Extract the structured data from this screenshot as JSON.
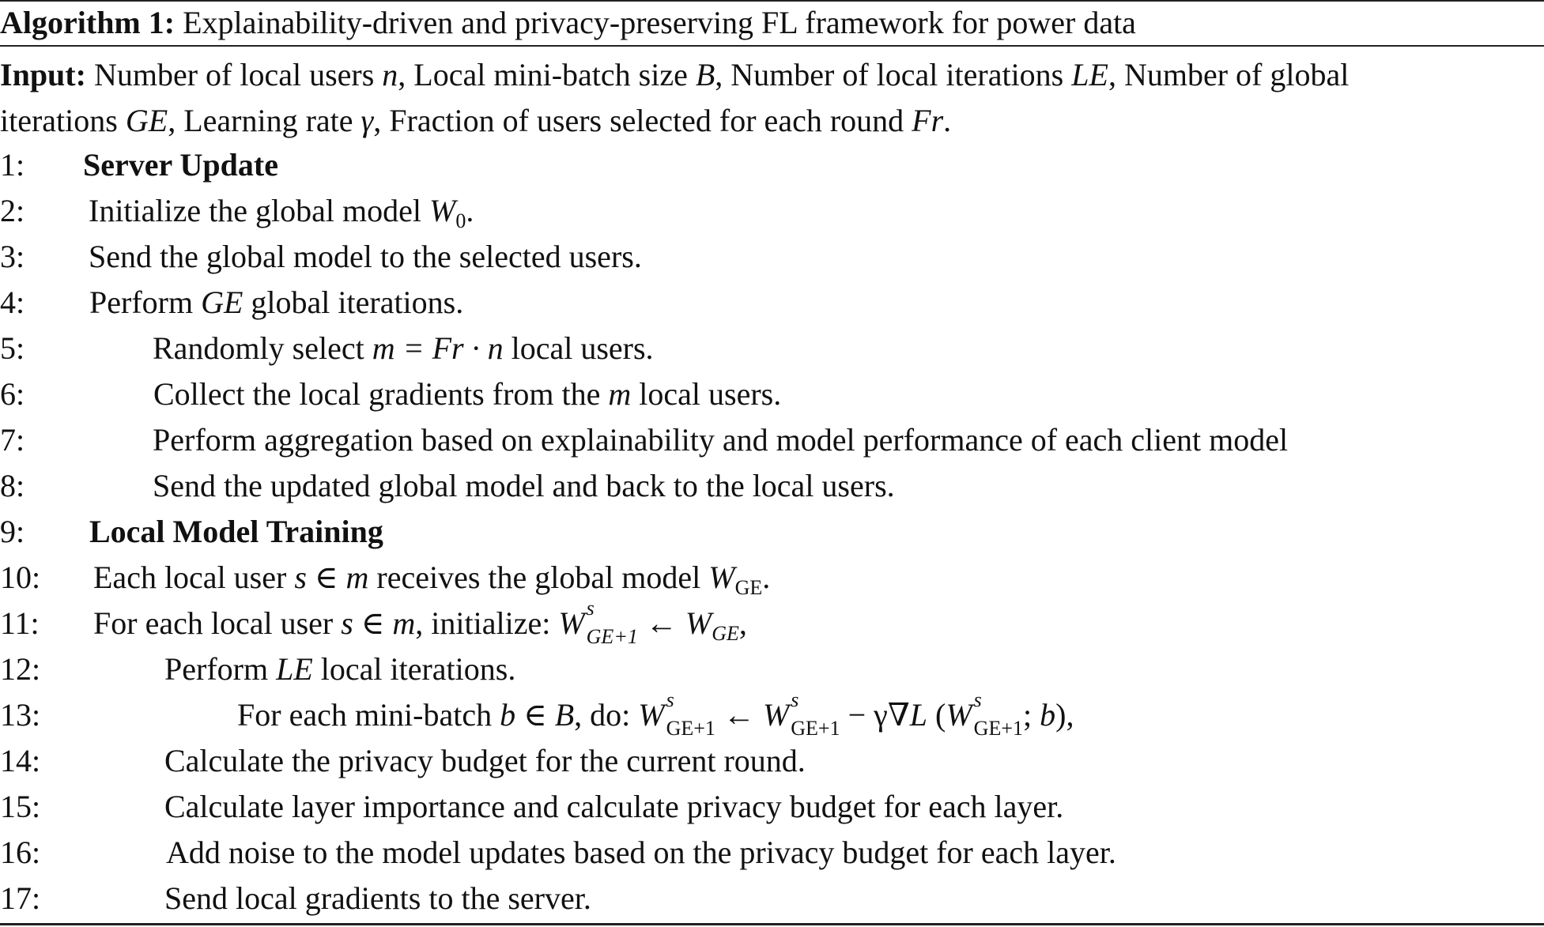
{
  "algorithm": {
    "label": "Algorithm 1:",
    "title": "Explainability-driven and privacy-preserving FL framework for power data"
  },
  "input": {
    "label": "Input:",
    "line1_a": "Number of local users ",
    "line1_n": "n",
    "line1_b": ", Local mini-batch size ",
    "line1_B": "B",
    "line1_c": ", Number of local iterations ",
    "line1_LE": "LE",
    "line1_d": ", Number of global",
    "line2_a": "iterations ",
    "line2_GE": "GE",
    "line2_b": ", Learning rate ",
    "line2_gamma": "γ",
    "line2_c": ", Fraction of users selected for each round ",
    "line2_Fr": "Fr",
    "line2_d": "."
  },
  "steps": [
    {
      "num": "1:",
      "text": "Server Update"
    },
    {
      "num": "2:",
      "text_a": "Initialize the global model ",
      "var": "W",
      "sub": "0",
      "text_b": "."
    },
    {
      "num": "3:",
      "text": "Send the global model to the selected users."
    },
    {
      "num": "4:",
      "text_a": "Perform ",
      "var": "GE",
      "text_b": " global iterations."
    },
    {
      "num": "5:",
      "text_a": "Randomly select ",
      "expr": "m = Fr · n",
      "text_b": " local users."
    },
    {
      "num": "6:",
      "text_a": "Collect the local gradients from the ",
      "var": "m",
      "text_b": " local users."
    },
    {
      "num": "7:",
      "text": "Perform aggregation based on explainability and model performance of each client model"
    },
    {
      "num": "8:",
      "text": "Send the updated global model and back to the local users."
    },
    {
      "num": "9:",
      "text": "Local Model Training"
    },
    {
      "num": "10:",
      "text_a": "Each local user ",
      "expr": "s ∈ m",
      "text_b": " receives the global model ",
      "var": "W",
      "sub": "GE",
      "text_c": "."
    },
    {
      "num": "11:",
      "text_a": "For each local user ",
      "expr": "s ∈ m",
      "text_b": ", initialize: ",
      "lhs_var": "W",
      "lhs_sup": "s",
      "lhs_sub": "GE+1",
      "arrow": "←",
      "rhs_var": "W",
      "rhs_sub": "GE",
      "text_c": ","
    },
    {
      "num": "12:",
      "text_a": "Perform ",
      "var": "LE",
      "text_b": " local iterations."
    },
    {
      "num": "13:",
      "text_a": "For each mini-batch ",
      "expr": "b ∈ B",
      "text_b": ", do: ",
      "w": "W",
      "sup": "s",
      "sub": "GE+1",
      "arrow": "←",
      "minus": "− γ∇",
      "L": "L",
      "open": "(",
      "semi": "; ",
      "b": "b",
      "close": "),"
    },
    {
      "num": "14:",
      "text": "Calculate the privacy budget for the current round."
    },
    {
      "num": "15:",
      "text": "Calculate layer importance and calculate privacy budget for each layer."
    },
    {
      "num": "16:",
      "text": "Add noise to the model updates based on the privacy budget for each layer."
    },
    {
      "num": "17:",
      "text": "Send local gradients to the server."
    }
  ]
}
